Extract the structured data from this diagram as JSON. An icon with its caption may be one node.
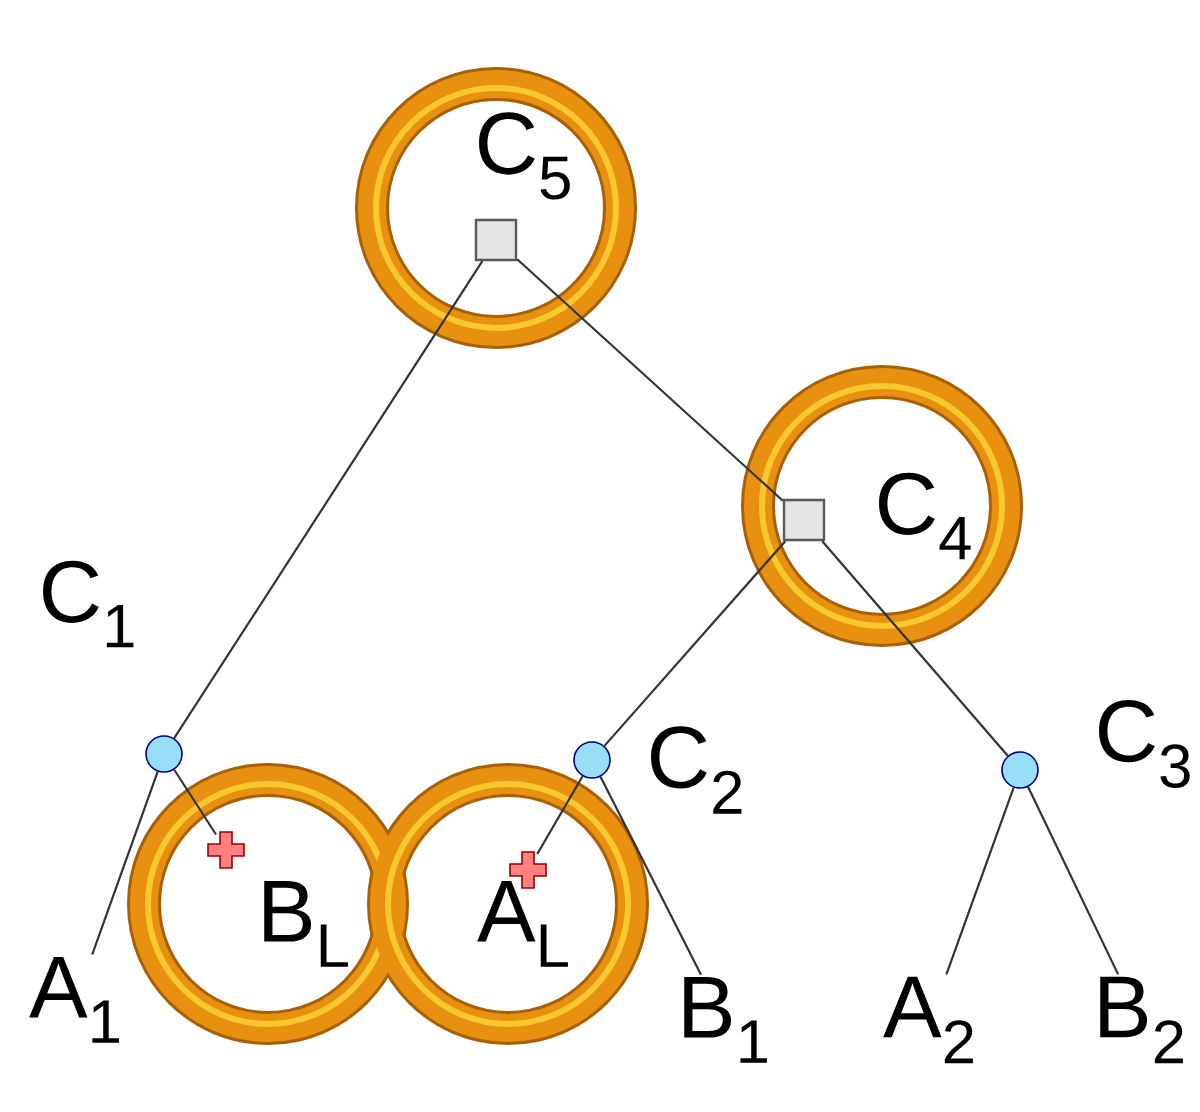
{
  "diagram": {
    "nodes": [
      {
        "text": [],
        "shape": "box",
        "beside": [
          "C$_{5}$"
        ]
      },
      {
        "text": [],
        "shape": "box",
        "beside": [
          "C$_{4}$"
        ]
      },
      {
        "text": [],
        "shape": "circle",
        "beside": [
          "C$_{1}$"
        ]
      },
      {
        "text": [],
        "shape": "circle",
        "beside": [
          "C$_{2}$"
        ]
      },
      {
        "text": [],
        "shape": "circle",
        "beside": [
          "C$_{3}$"
        ]
      },
      {
        "text": [],
        "shape": "cross",
        "beside": [
          "B$_{L}$"
        ]
      },
      {
        "text": [],
        "shape": "cross",
        "beside": [
          "A$_{L}$"
        ]
      },
      {
        "text": [
          "A$_{1}$"
        ]
      },
      {
        "text": [
          "B$_{1}$"
        ]
      },
      {
        "text": [
          "A$_{2}$"
        ]
      },
      {
        "text": [
          "B$_{2}$"
        ]
      }
    ],
    "edges": [
      {
        "from": 0,
        "to": 2,
        "arrow": "none"
      },
      {
        "from": 0,
        "to": 1,
        "arrow": "none"
      },
      {
        "from": 2,
        "to": 7,
        "arrow": "none"
      },
      {
        "from": 2,
        "to": 5,
        "arrow": "none"
      },
      {
        "from": 1,
        "to": 3,
        "arrow": "none"
      },
      {
        "from": 1,
        "to": 4,
        "arrow": "none"
      },
      {
        "from": 3,
        "to": 6,
        "arrow": "none"
      },
      {
        "from": 3,
        "to": 8,
        "arrow": "none"
      },
      {
        "from": 4,
        "to": 9,
        "arrow": "none"
      },
      {
        "from": 4,
        "to": 10,
        "arrow": "none"
      }
    ]
  }
}
